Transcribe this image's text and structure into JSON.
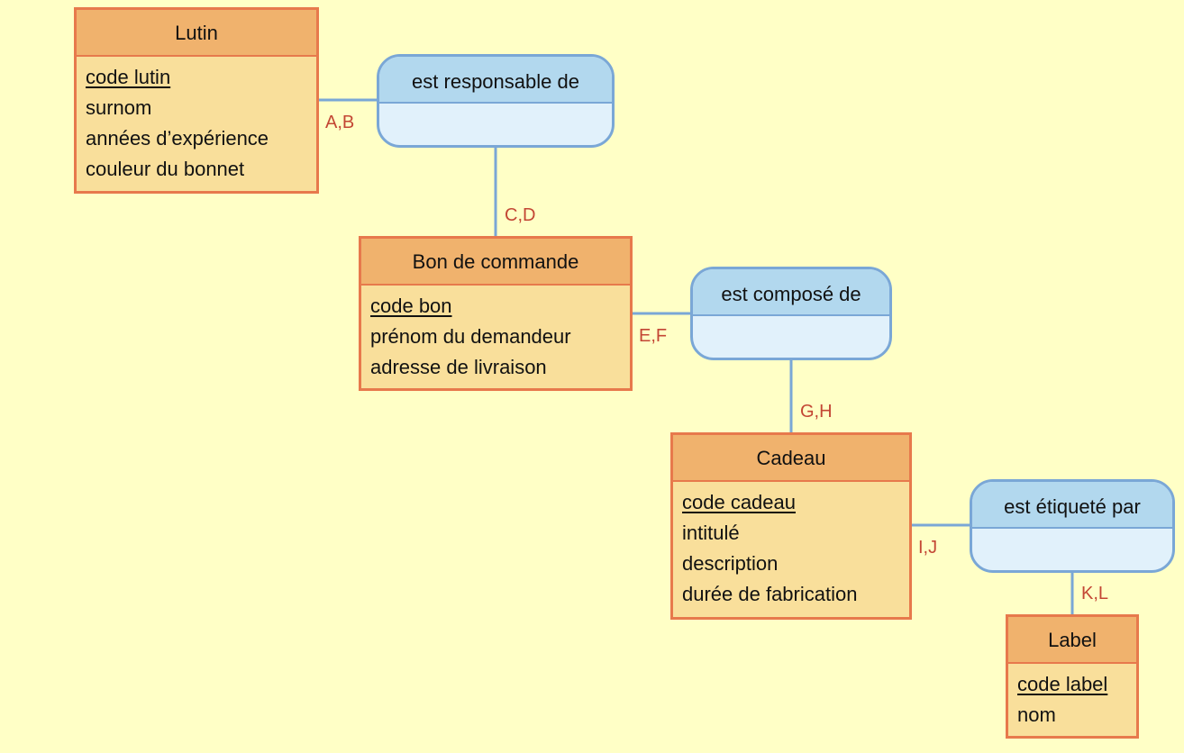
{
  "colors": {
    "background": "#ffffc6",
    "entity_border": "#e7794c",
    "entity_header": "#f0b26d",
    "entity_body": "#f9df9b",
    "assoc_border": "#7aa7d6",
    "assoc_header": "#b2d8ee",
    "assoc_body": "#e1f1fb",
    "cardinality_text": "#c34634"
  },
  "entities": {
    "lutin": {
      "name": "Lutin",
      "attributes": [
        "code lutin",
        "surnom",
        "années d’expérience",
        "couleur du bonnet"
      ]
    },
    "bon": {
      "name": "Bon de commande",
      "attributes": [
        "code bon",
        "prénom du demandeur",
        "adresse de livraison"
      ]
    },
    "cadeau": {
      "name": "Cadeau",
      "attributes": [
        "code cadeau",
        "intitulé",
        "description",
        "durée de fabrication"
      ]
    },
    "label": {
      "name": "Label",
      "attributes": [
        "code label",
        "nom"
      ]
    }
  },
  "associations": {
    "responsable": {
      "name": "est responsable de"
    },
    "compose": {
      "name": "est composé de"
    },
    "etiquete": {
      "name": "est étiqueté par"
    }
  },
  "cardinalities": {
    "ab": "A,B",
    "cd": "C,D",
    "ef": "E,F",
    "gh": "G,H",
    "ij": "I,J",
    "kl": "K,L"
  }
}
